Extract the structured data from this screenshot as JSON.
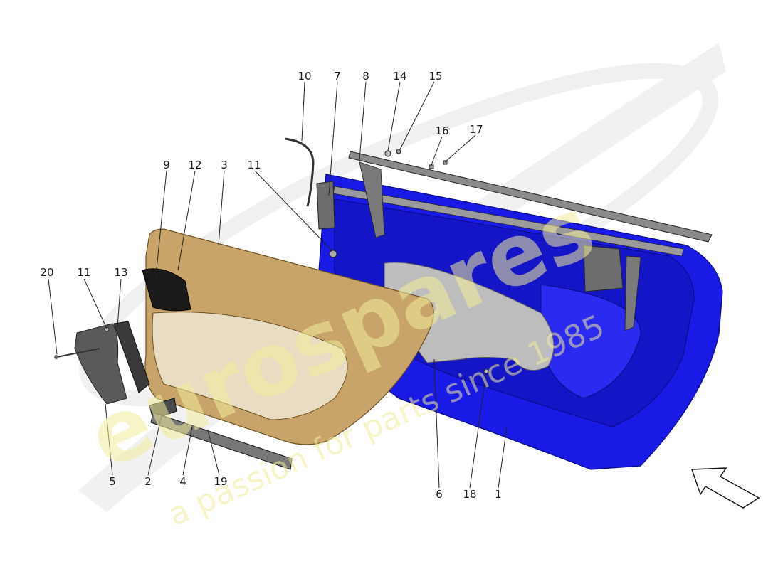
{
  "watermark": {
    "brand": "eurospares",
    "tagline": "a passion for parts since 1985"
  },
  "callouts": [
    {
      "id": "label-1",
      "text": "1"
    },
    {
      "id": "label-2",
      "text": "2"
    },
    {
      "id": "label-3",
      "text": "3"
    },
    {
      "id": "label-4",
      "text": "4"
    },
    {
      "id": "label-5",
      "text": "5"
    },
    {
      "id": "label-6",
      "text": "6"
    },
    {
      "id": "label-7",
      "text": "7"
    },
    {
      "id": "label-8",
      "text": "8"
    },
    {
      "id": "label-9",
      "text": "9"
    },
    {
      "id": "label-10",
      "text": "10"
    },
    {
      "id": "label-11a",
      "text": "11"
    },
    {
      "id": "label-11b",
      "text": "11"
    },
    {
      "id": "label-12",
      "text": "12"
    },
    {
      "id": "label-13",
      "text": "13"
    },
    {
      "id": "label-14",
      "text": "14"
    },
    {
      "id": "label-15",
      "text": "15"
    },
    {
      "id": "label-16",
      "text": "16"
    },
    {
      "id": "label-17",
      "text": "17"
    },
    {
      "id": "label-18",
      "text": "18"
    },
    {
      "id": "label-19",
      "text": "19"
    },
    {
      "id": "label-20",
      "text": "20"
    }
  ],
  "colors": {
    "door_frame": "#1a1ae6",
    "trim_panel": "#c9a46a",
    "insulation": "#bdbdbd",
    "handle_cover": "#5a5a5a",
    "watermark": "#ecebec"
  },
  "icons": {
    "direction": "arrow-icon"
  }
}
